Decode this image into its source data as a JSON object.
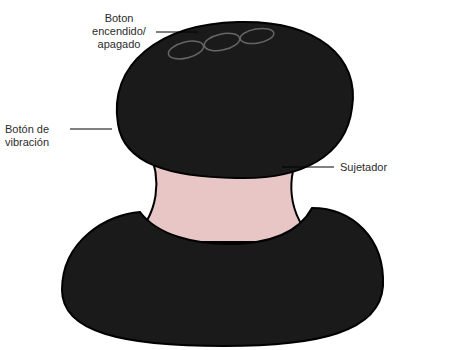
{
  "diagram": {
    "labels": [
      "Boton encendido/ apagado",
      "Botón de vibración",
      "Sujetador"
    ]
  }
}
